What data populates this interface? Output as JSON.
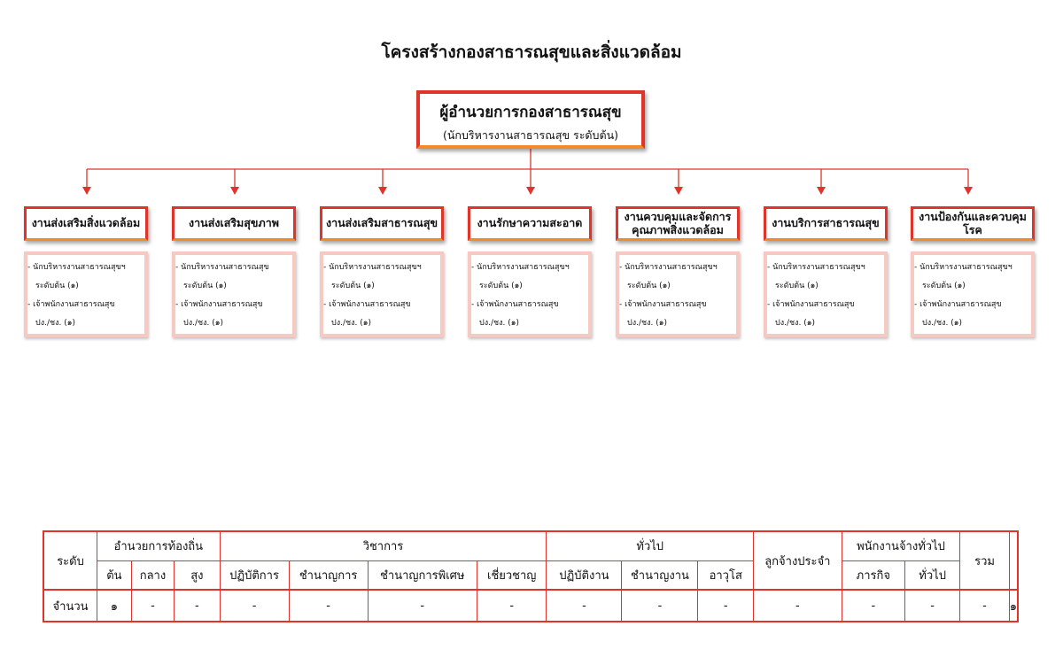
{
  "title": "โครงสร้างกองสาธารณสุขและสิ่งแวดล้อม",
  "head": {
    "title": "ผู้อำนวยการกองสาธารณสุข",
    "subtitle": "(นักบริหารงานสาธารณสุข ระดับต้น)"
  },
  "colors": {
    "accent_red": "#e0342b",
    "accent_orange": "#f08a2a",
    "body_tint": "#f6c9c3"
  },
  "units": [
    {
      "name": "งานส่งเสริมสิ่งแวดล้อม",
      "lines": [
        "- นักบริหารงานสาธารณสุขฯ",
        "ระดับต้น (๑)",
        "- เจ้าพนักงานสาธารณสุข",
        "ปง./ชง. (๑)"
      ]
    },
    {
      "name": "งานส่งเสริมสุขภาพ",
      "lines": [
        "- นักบริหารงานสาธารณสุข",
        "ระดับต้น (๑)",
        "- เจ้าพนักงานสาธารณสุข",
        "ปง./ชง. (๑)"
      ]
    },
    {
      "name": "งานส่งเสริมสาธารณสุข",
      "lines": [
        "- นักบริหารงานสาธารณสุขฯ",
        "ระดับต้น (๑)",
        "- เจ้าพนักงานสาธารณสุข",
        "ปง./ชง. (๑)"
      ]
    },
    {
      "name": "งานรักษาความสะอาด",
      "lines": [
        "- นักบริหารงานสาธารณสุขฯ",
        "ระดับต้น (๑)",
        "- เจ้าพนักงานสาธารณสุข",
        "ปง./ชง. (๑)"
      ]
    },
    {
      "name": "งานควบคุมและจัดการคุณภาพสิ่งแวดล้อม",
      "lines": [
        "- นักบริหารงานสาธารณสุขฯ",
        "ระดับต้น (๑)",
        "- เจ้าพนักงานสาธารณสุข",
        "ปง./ชง. (๑)"
      ]
    },
    {
      "name": "งานบริการสาธารณสุข",
      "lines": [
        "- นักบริหารงานสาธารณสุขฯ",
        "ระดับต้น (๑)",
        "- เจ้าพนักงานสาธารณสุข",
        "ปง./ชง. (๑)"
      ]
    },
    {
      "name": "งานป้องกันและควบคุมโรค",
      "lines": [
        "- นักบริหารงานสาธารณสุขฯ",
        "ระดับต้น (๑)",
        "- เจ้าพนักงานสาธารณสุข",
        "ปง./ชง. (๑)"
      ]
    }
  ],
  "table": {
    "level_label": "ระดับ",
    "groups": {
      "local_admin": "อำนวยการท้องถิ่น",
      "academic": "วิชาการ",
      "general": "ทั่วไป",
      "permanent": "ลูกจ้างประจำ",
      "employee": "พนักงานจ้างทั่วไป",
      "total": "รวม"
    },
    "subheaders": [
      "ต้น",
      "กลาง",
      "สูง",
      "ปฏิบัติการ",
      "ชำนาญการ",
      "ชำนาญการพิเศษ",
      "เชี่ยวชาญ",
      "ปฏิบัติงาน",
      "ชำนาญงาน",
      "อาวุโส",
      "ภารกิจ",
      "ทั่วไป"
    ],
    "count_label": "จำนวน",
    "counts": [
      "๑",
      "-",
      "-",
      "-",
      "-",
      "-",
      "-",
      "-",
      "-",
      "-",
      "-",
      "-",
      "-",
      "-",
      "๑"
    ]
  }
}
